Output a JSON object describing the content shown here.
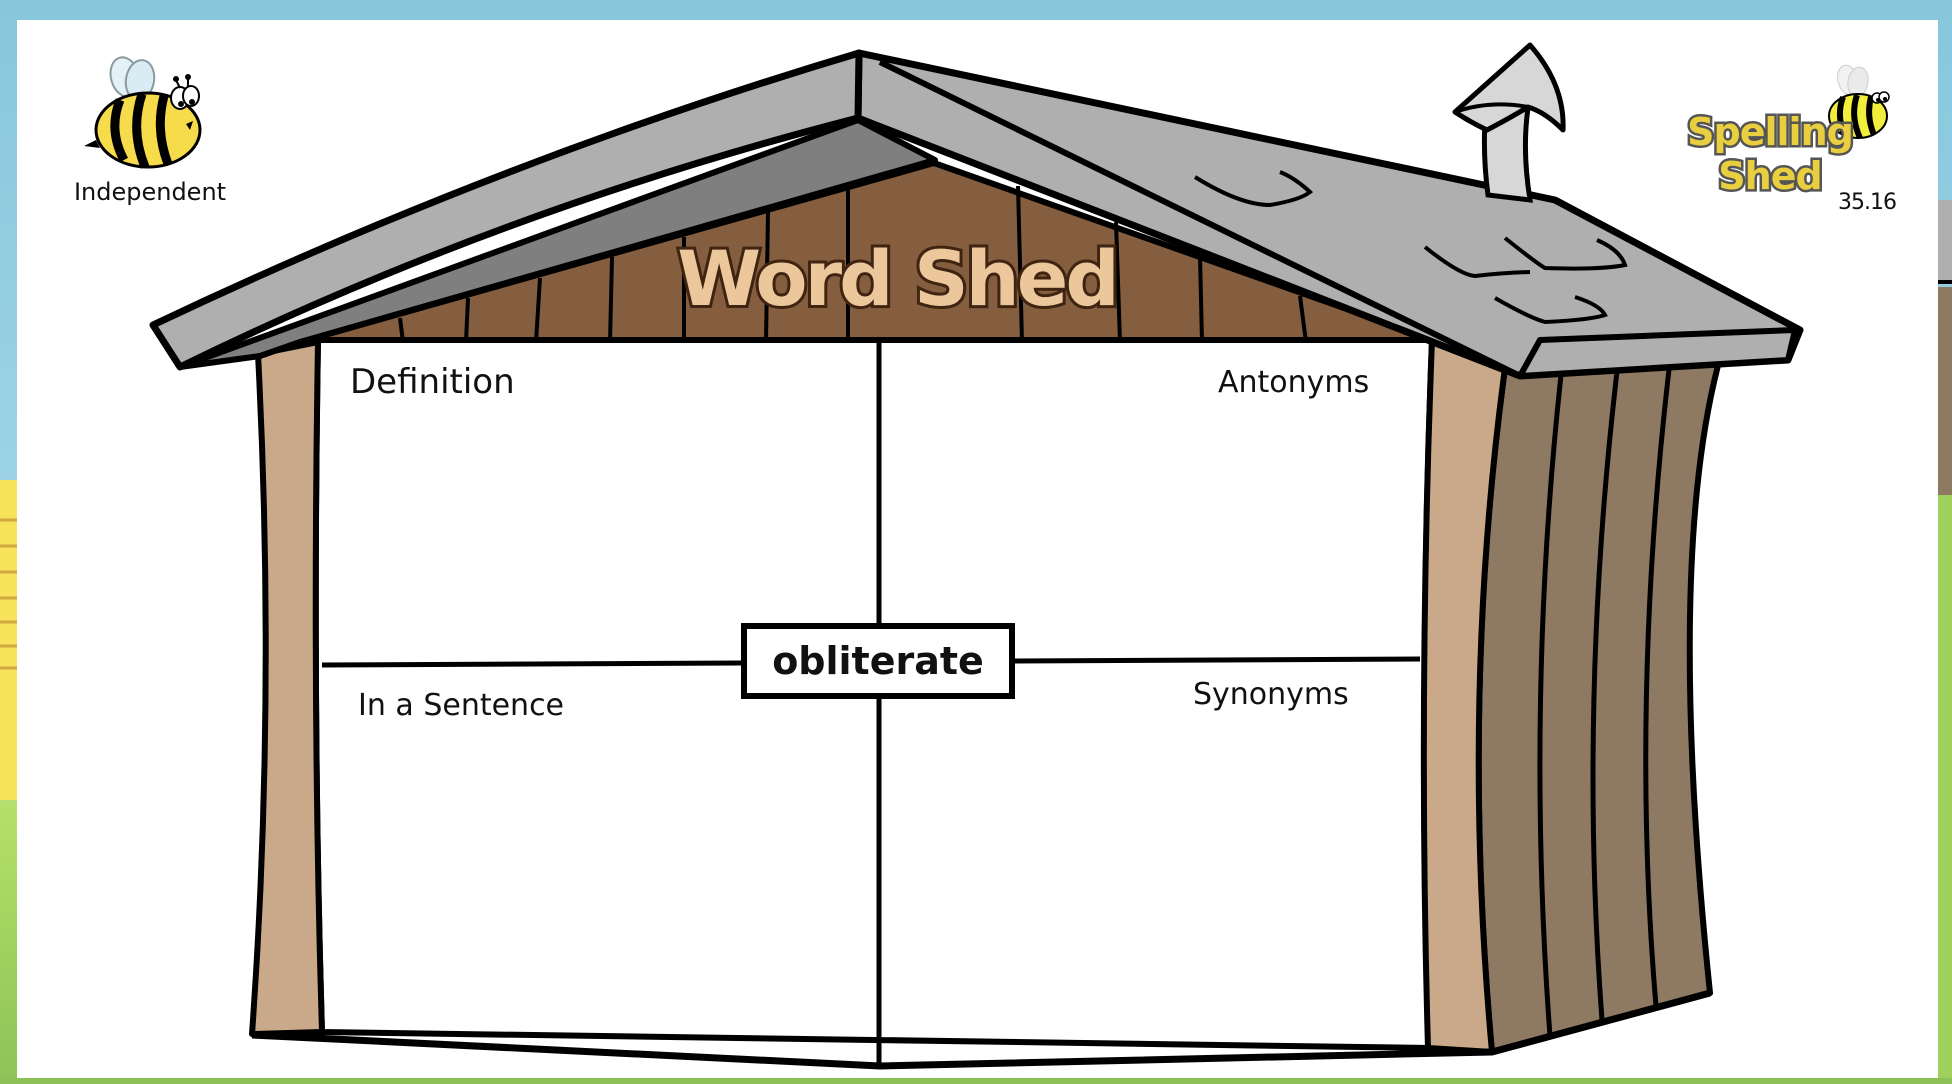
{
  "header": {
    "level_label": "Independent",
    "logo_text": "Spelling Shed",
    "activity_code": "35.16"
  },
  "shed": {
    "title": "Word Shed",
    "word": "obliterate",
    "quadrants": {
      "top_left": "Definition",
      "top_right": "Antonyms",
      "bottom_left": "In a Sentence",
      "bottom_right": "Synonyms"
    }
  },
  "colors": {
    "sky": "#86c9dc",
    "ground": "#8bc157",
    "roof_light": "#b0afaf",
    "roof_dark": "#7f7f7f",
    "gable_brown": "#855e3f",
    "post_tan": "#c9a98a",
    "side_brown": "#8e7a63",
    "title_fill": "#edc79c",
    "title_outline": "#3e2411",
    "logo_yellow": "#e9cf3f",
    "bee_yellow": "#f6dc4a"
  },
  "icons": {
    "level_icon": "bee-icon",
    "logo_icon": "bee-icon"
  }
}
